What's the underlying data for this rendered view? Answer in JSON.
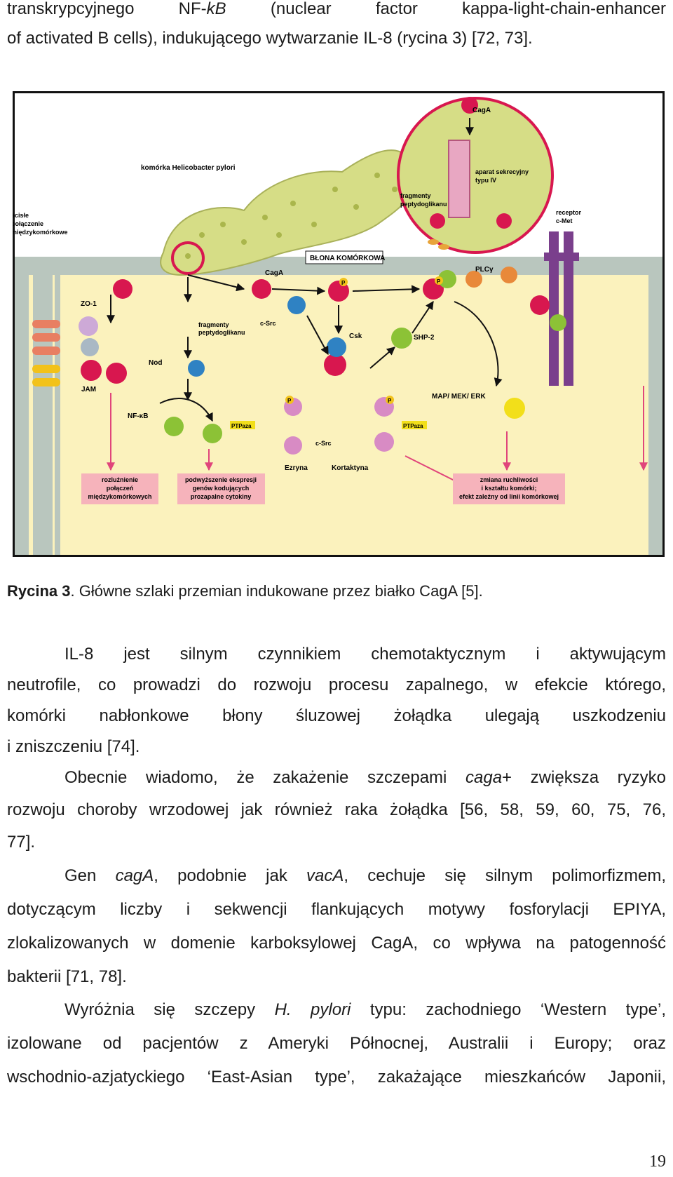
{
  "text_top": {
    "line1": [
      "transkrypcyjnego",
      "NF-",
      "kB",
      "(nuclear",
      "factor",
      "kappa-light-chain-enhancer"
    ],
    "line2": "of activated B cells), indukującego wytwarzanie IL-8 (rycina 3) [72, 73]."
  },
  "figure": {
    "labels": {
      "caga_top": "CagA",
      "cell_name": "komórka Helicobacter pylori",
      "secretion1": "aparat sekrecyjny",
      "secretion2": "typu IV",
      "frag1": "fragmenty",
      "frag2": "peptydoglikanu",
      "tight1": "ścisłe",
      "tight2": "połączenie",
      "tight3": "międzykomórkowe",
      "receptor1": "receptor",
      "receptor2": "c-Met",
      "membrane": "BŁONA KOMÓRKOWA",
      "caga": "CagA",
      "plcy": "PLCγ",
      "zo1": "ZO-1",
      "csrc": "c-Src",
      "csk": "Csk",
      "shp2": "SHP-2",
      "nod": "Nod",
      "jam": "JAM",
      "mapk": "MAP/ MEK/ ERK",
      "nfkb": "NF-κB",
      "ptpaza_l": "PTPaza",
      "ptpaza_r": "PTPaza",
      "csrc2": "c-Src",
      "ezryna": "Ezryna",
      "kortaktyna": "Kortaktyna",
      "p": "P"
    },
    "boxes": {
      "b1": [
        "rozluźnienie",
        "połączeń",
        "międzykomórkowych"
      ],
      "b2": [
        "podwyższenie ekspresji",
        "genów kodujących",
        "prozapalne cytokiny"
      ],
      "b3": [
        "zmiana ruchliwości",
        "i kształtu komórki;",
        "efekt zależny od linii komórkowej"
      ]
    },
    "colors": {
      "cytoplasm": "#fbf2bd",
      "bacterium": "#d6dd86",
      "membrane": "#b9c6be",
      "caga": "#d8174f",
      "outcome_box": "#f6b3bb",
      "src_blue": "#2f82c3",
      "green": "#8cc236"
    }
  },
  "caption": {
    "bold": "Rycina 3",
    "text": ". Główne szlaki przemian indukowane przez białko CagA [5]."
  },
  "paragraphs": {
    "p1": [
      "IL-8 jest silnym czynnikiem chemotaktycznym i aktywującym",
      "neutrofile, co prowadzi do rozwoju procesu zapalnego, w efekcie którego,",
      "komórki nabłonkowe błony śluzowej żołądka ulegają uszkodzeniu",
      "i zniszczeniu [74]."
    ],
    "p2": {
      "l1a": "Obecnie wiadomo, że zakażenie szczepami ",
      "l1i": "caga",
      "l1b": "+ zwiększa ryzyko",
      "l2": "rozwoju choroby wrzodowej jak również raka żołądka [56, 58, 59, 60, 75, 76,",
      "l3": "77]."
    },
    "p3": {
      "l1a": "Gen ",
      "l1i1": "cagA",
      "l1b": ", podobnie jak ",
      "l1i2": "vacA",
      "l1c": ", cechuje się silnym polimorfizmem,",
      "l2": "dotyczącym liczby i sekwencji flankujących motywy fosforylacji EPIYA,",
      "l3": "zlokalizowanych w domenie karboksylowej CagA, co wpływa na patogenność",
      "l4": "bakterii [71, 78]."
    },
    "p4": {
      "l1a": "Wyróżnia się szczepy ",
      "l1i": "H. pylori",
      "l1b": " typu: zachodniego ‘Western type’,",
      "l2": "izolowane od pacjentów z Ameryki Północnej, Australii i Europy; oraz",
      "l3": "wschodnio-azjatyckiego ‘East-Asian type’, zakażające mieszkańców Japonii,"
    }
  },
  "page_number": "19"
}
